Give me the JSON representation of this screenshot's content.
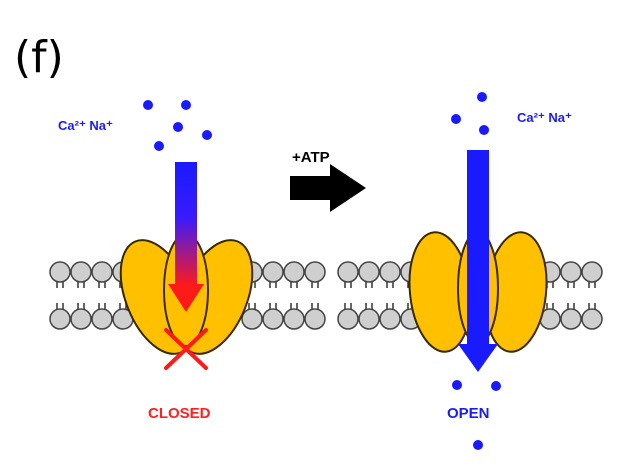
{
  "panel_label": "(f)",
  "arrow_label": "+ATP",
  "closed": {
    "ion_label": "Ca²⁺ Na⁺",
    "state_label": "CLOSED"
  },
  "open": {
    "ion_label": "Ca²⁺ Na⁺",
    "state_label": "OPEN"
  },
  "colors": {
    "ion_blue": "#1a1aff",
    "closed_red": "#ff2020",
    "channel_yellow": "#ffc000",
    "lipid_gray": "#cfcfcf",
    "atp_arrow": "#000000"
  },
  "icons": {
    "blocked": "x-mark-icon",
    "flow": "arrow-down-icon",
    "process": "arrow-right-icon"
  }
}
